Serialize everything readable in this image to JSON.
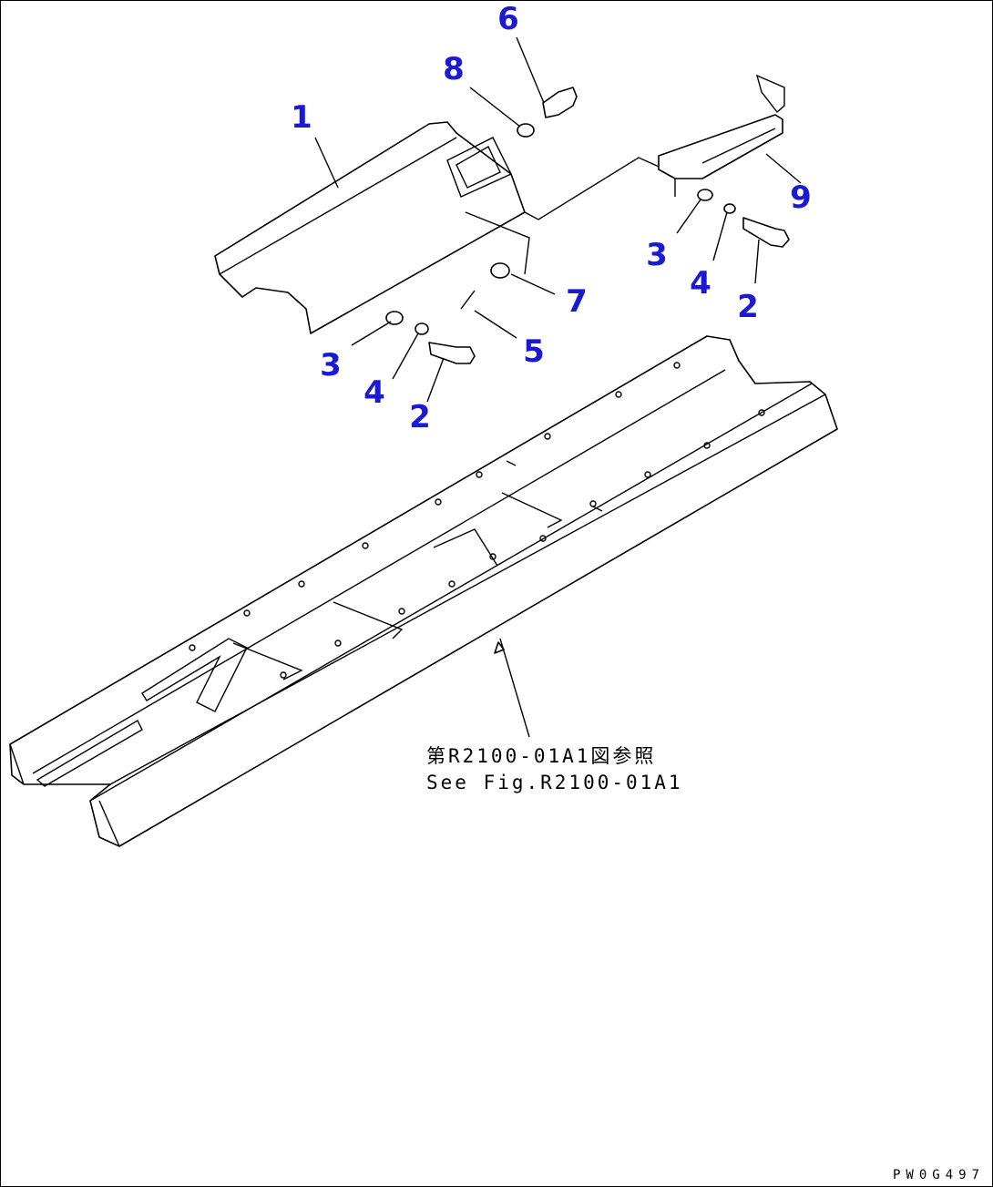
{
  "callouts": [
    {
      "id": "c1",
      "label": "1"
    },
    {
      "id": "c2a",
      "label": "2"
    },
    {
      "id": "c2b",
      "label": "2"
    },
    {
      "id": "c3a",
      "label": "3"
    },
    {
      "id": "c3b",
      "label": "3"
    },
    {
      "id": "c4a",
      "label": "4"
    },
    {
      "id": "c4b",
      "label": "4"
    },
    {
      "id": "c5",
      "label": "5"
    },
    {
      "id": "c6",
      "label": "6"
    },
    {
      "id": "c7",
      "label": "7"
    },
    {
      "id": "c8",
      "label": "8"
    },
    {
      "id": "c9",
      "label": "9"
    }
  ],
  "reference_note": {
    "japanese": "第R2100-01A1図参照",
    "english": "See Fig.R2100-01A1"
  },
  "drawing_code": "PW0G497",
  "colors": {
    "callout": "#1a1ad6",
    "line": "#000000"
  }
}
